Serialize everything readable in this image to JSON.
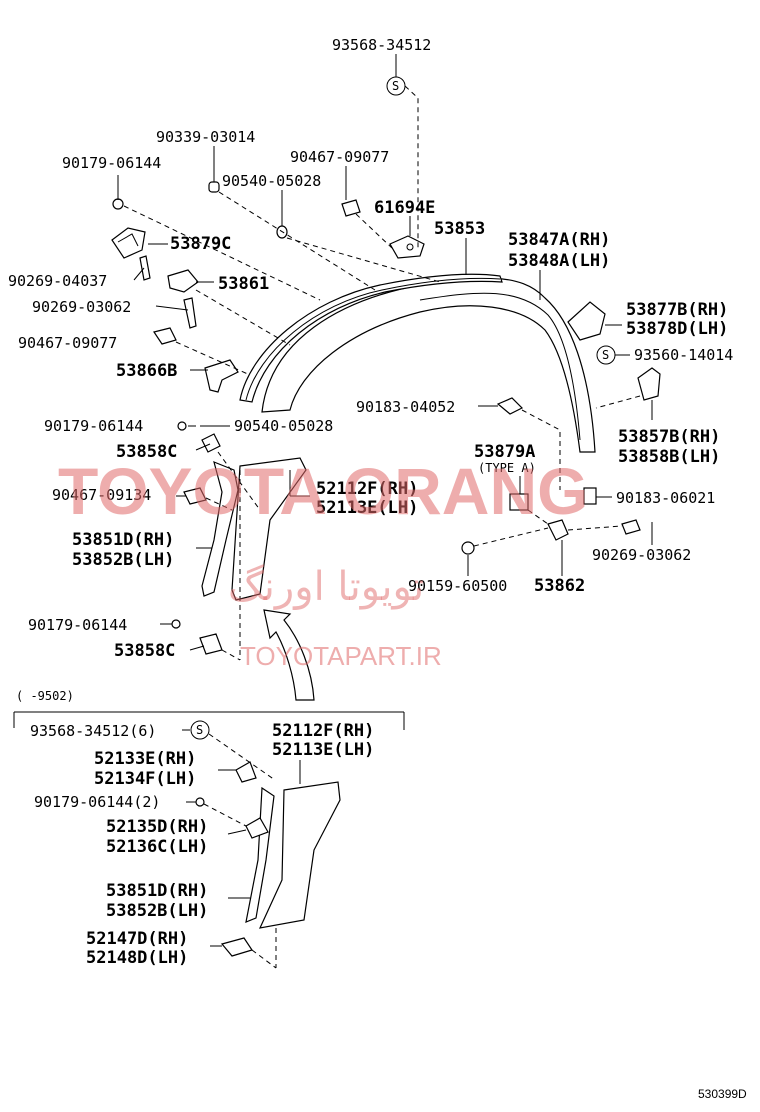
{
  "labels": {
    "p93568_34512_top": "93568-34512",
    "p90339_03014": "90339-03014",
    "p90179_06144_a": "90179-06144",
    "p90467_09077_a": "90467-09077",
    "p90540_05028_a": "90540-05028",
    "p61694E": "61694E",
    "p53853": "53853",
    "p53847A": "53847A(RH)",
    "p53848A": "53848A(LH)",
    "p53879C": "53879C",
    "p90269_04037": "90269-04037",
    "p53861": "53861",
    "p90269_03062_a": "90269-03062",
    "p53877B": "53877B(RH)",
    "p53878D": "53878D(LH)",
    "p90467_09077_b": "90467-09077",
    "p93560_14014": "93560-14014",
    "p53866B": "53866B",
    "p90183_04052": "90183-04052",
    "p90179_06144_b": "90179-06144",
    "p90540_05028_b": "90540-05028",
    "p53857B": "53857B(RH)",
    "p53858B_lh": "53858B(LH)",
    "p53858C_a": "53858C",
    "p53879A": "53879A",
    "p_typeA": "(TYPE A)",
    "p52112F_a": "52112F(RH)",
    "p52113E_a": "52113E(LH)",
    "p90467_09134": "90467-09134",
    "p90183_06021": "90183-06021",
    "p53851D_a": "53851D(RH)",
    "p53852B_a": "53852B(LH)",
    "p90269_03062_b": "90269-03062",
    "p90159_60500": "90159-60500",
    "p53862": "53862",
    "p90179_06144_c": "90179-06144",
    "p53858C_b": "53858C",
    "range": "(     -9502)",
    "p93568_34512_6": "93568-34512(6)",
    "p52112F_b": "52112F(RH)",
    "p52113E_b": "52113E(LH)",
    "p52133E": "52133E(RH)",
    "p52134F": "52134F(LH)",
    "p90179_06144_2": "90179-06144(2)",
    "p52135D": "52135D(RH)",
    "p52136C": "52136C(LH)",
    "p53851D_b": "53851D(RH)",
    "p53852B_b": "53852B(LH)",
    "p52147D": "52147D(RH)",
    "p52148D": "52148D(LH)",
    "s_mark": "S",
    "diagram_code": "530399D"
  },
  "watermark": {
    "latin": "TOYOTA ORANG",
    "persian": "تویوتا اورنگ",
    "site": "TOYOTAPART.IR",
    "color": "#e06a6a"
  }
}
